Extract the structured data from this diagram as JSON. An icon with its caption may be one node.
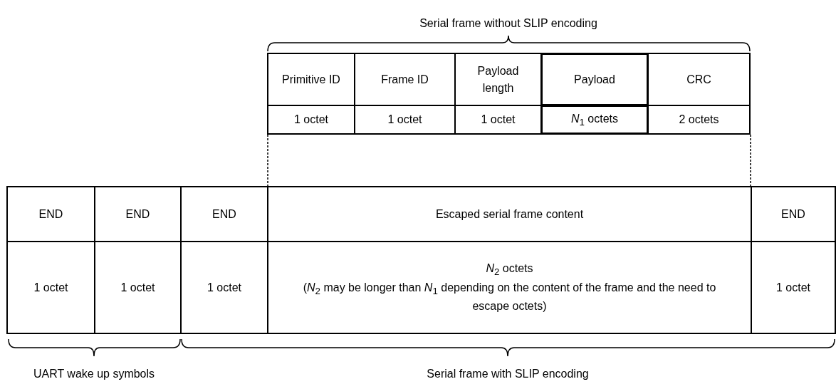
{
  "diagram": {
    "labels": [
      "Serial frame without SLIP encoding",
      "Primitive ID",
      "Frame ID",
      "Payload length",
      "Payload",
      "CRC",
      "1 octet",
      "1 octet",
      "1 octet",
      "*N*$_{1}$ octets",
      "2 octets",
      "END",
      "END",
      "END",
      "Escaped serial frame content",
      "END",
      "1 octet",
      "1 octet",
      "1 octet",
      "*N*$_{2}$ octets",
      "(*N*$_{2}$ may be longer than *N*$_{1}$ depending on the content of the frame and the need to escape octets)",
      "1 octet",
      "UART wake up symbols",
      "Serial frame with SLIP encoding"
    ]
  }
}
